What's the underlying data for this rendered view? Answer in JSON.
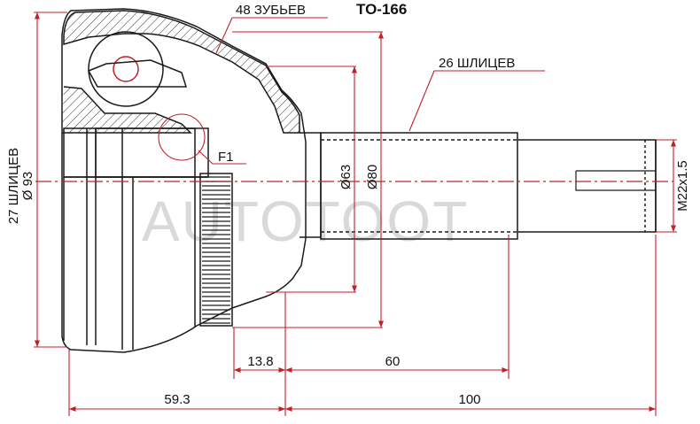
{
  "part_number": "TO-166",
  "watermark": "AUTOTOOT",
  "callouts": {
    "outer_teeth": "48 ЗУБЬЕВ",
    "shaft_splines": "26 ШЛИЦЕВ",
    "inner_splines": "27 ШЛИЦЕВ",
    "inner_diameter": "Ø 93",
    "detail": "F1"
  },
  "dimensions": {
    "dia_63": "Ø63",
    "dia_80": "Ø80",
    "thread": "M22x1.5",
    "len_13_8": "13.8",
    "len_60": "60",
    "len_59_3": "59.3",
    "len_100": "100"
  },
  "colors": {
    "line": "#1a1a1a",
    "dimension": "#c0202a",
    "hatch": "#333333",
    "watermark": "#d9d9d9"
  }
}
